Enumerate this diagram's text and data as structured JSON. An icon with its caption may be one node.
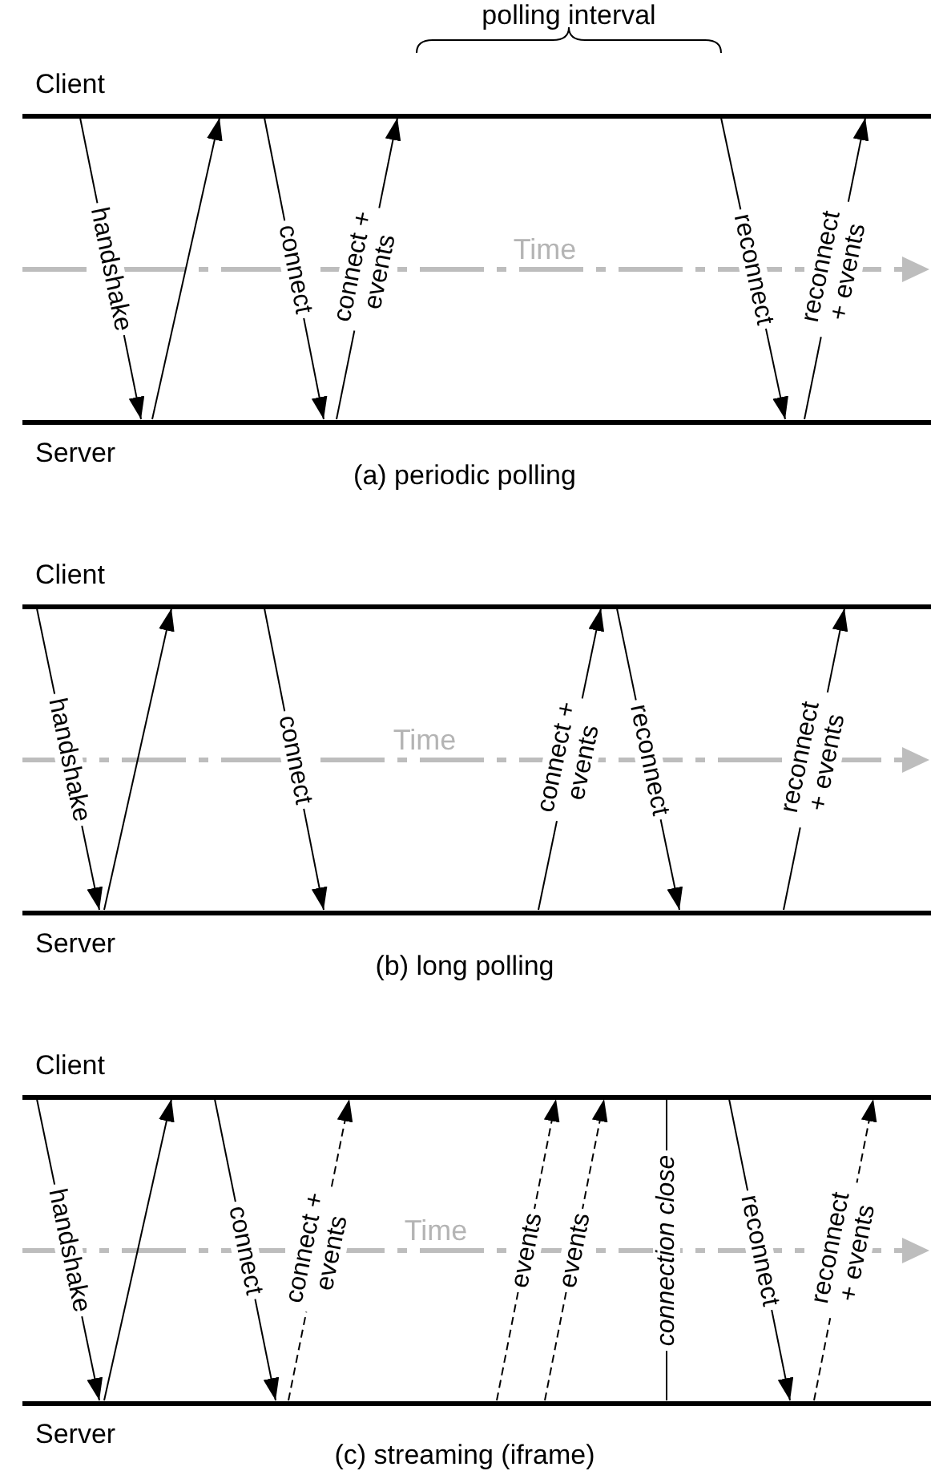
{
  "diagram": {
    "nodes": [
      {
        "text": [
          "Client"
        ]
      },
      {
        "text": [
          "Server"
        ]
      },
      {
        "text": [
          "Client"
        ]
      },
      {
        "text": [
          "Server"
        ]
      },
      {
        "text": [
          "Client"
        ]
      },
      {
        "text": [
          "Server"
        ]
      }
    ],
    "edges": [
      {
        "from": 0,
        "to": 1,
        "arrow": "to",
        "label": "handshake"
      },
      {
        "from": 1,
        "to": 0,
        "arrow": "to"
      },
      {
        "from": 0,
        "to": 1,
        "arrow": "to",
        "label": "connect"
      },
      {
        "from": 1,
        "to": 0,
        "arrow": "to",
        "label": "connect + events"
      },
      {
        "from": 0,
        "to": 1,
        "arrow": "to",
        "label": "reconnect"
      },
      {
        "from": 1,
        "to": 0,
        "arrow": "to",
        "label": "reconnect + events"
      },
      {
        "from": 2,
        "to": 3,
        "arrow": "to",
        "label": "handshake"
      },
      {
        "from": 3,
        "to": 2,
        "arrow": "to"
      },
      {
        "from": 2,
        "to": 3,
        "arrow": "to",
        "label": "connect"
      },
      {
        "from": 3,
        "to": 2,
        "arrow": "to",
        "label": "connect + events"
      },
      {
        "from": 2,
        "to": 3,
        "arrow": "to",
        "label": "reconnect"
      },
      {
        "from": 3,
        "to": 2,
        "arrow": "to",
        "label": "reconnect + events"
      },
      {
        "from": 4,
        "to": 5,
        "arrow": "to",
        "label": "handshake"
      },
      {
        "from": 5,
        "to": 4,
        "arrow": "to"
      },
      {
        "from": 4,
        "to": 5,
        "arrow": "to",
        "label": "connect"
      },
      {
        "from": 5,
        "to": 4,
        "arrow": "to",
        "label": "connect + events",
        "style": "dashed"
      },
      {
        "from": 5,
        "to": 4,
        "arrow": "to",
        "label": "events",
        "style": "dashed"
      },
      {
        "from": 5,
        "to": 4,
        "arrow": "to",
        "label": "events",
        "style": "dashed"
      },
      {
        "from": 4,
        "to": 5,
        "arrow": "none",
        "label": "connection close"
      },
      {
        "from": 4,
        "to": 5,
        "arrow": "to",
        "label": "reconnect"
      },
      {
        "from": 5,
        "to": 4,
        "arrow": "to",
        "label": "reconnect + events",
        "style": "dashed"
      }
    ],
    "labels": [
      "polling interval",
      "Time",
      "(a) periodic polling",
      "Time",
      "(b) long polling",
      "Time",
      "(c) streaming (iframe)"
    ]
  }
}
